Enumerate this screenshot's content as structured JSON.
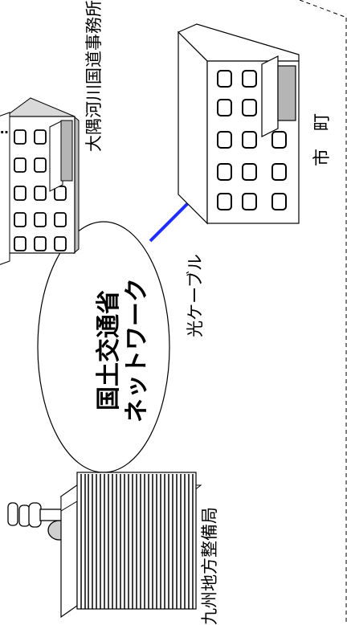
{
  "network": {
    "line1": "国土交通省",
    "line2": "ネットワーク"
  },
  "labels": {
    "regional_bureau": "九州地方整備局",
    "river_office": "大隅河川国道事務所",
    "cable": "光ケーブル",
    "city": "市　町"
  },
  "colors": {
    "cable": "#1f2fff",
    "building_face": "#ffffff",
    "building_side": "#bdbdbd",
    "window": "#ffffff",
    "outline": "#000000",
    "door": "#b5b5b5"
  },
  "icons": {
    "tower_building": "striped-building-icon",
    "parabola": "parabolic-antenna-icon",
    "office_building": "office-building-icon",
    "city_building": "city-building-icon"
  }
}
